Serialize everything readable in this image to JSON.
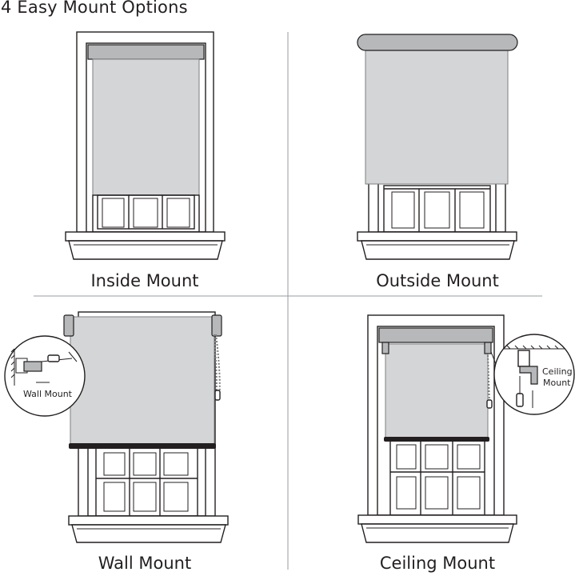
{
  "title": "4 Easy Mount Options",
  "panels": {
    "inside": {
      "label": "Inside Mount"
    },
    "outside": {
      "label": "Outside Mount"
    },
    "wall": {
      "label": "Wall Mount",
      "callout": "Wall Mount"
    },
    "ceiling": {
      "label": "Ceiling Mount",
      "callout_line1": "Ceiling",
      "callout_line2": "Mount"
    }
  },
  "colors": {
    "shade_fabric": "#d4d5d6",
    "headrail": "#b6b8ba",
    "line": "#231f20",
    "bottom_bar": "#231f20"
  }
}
